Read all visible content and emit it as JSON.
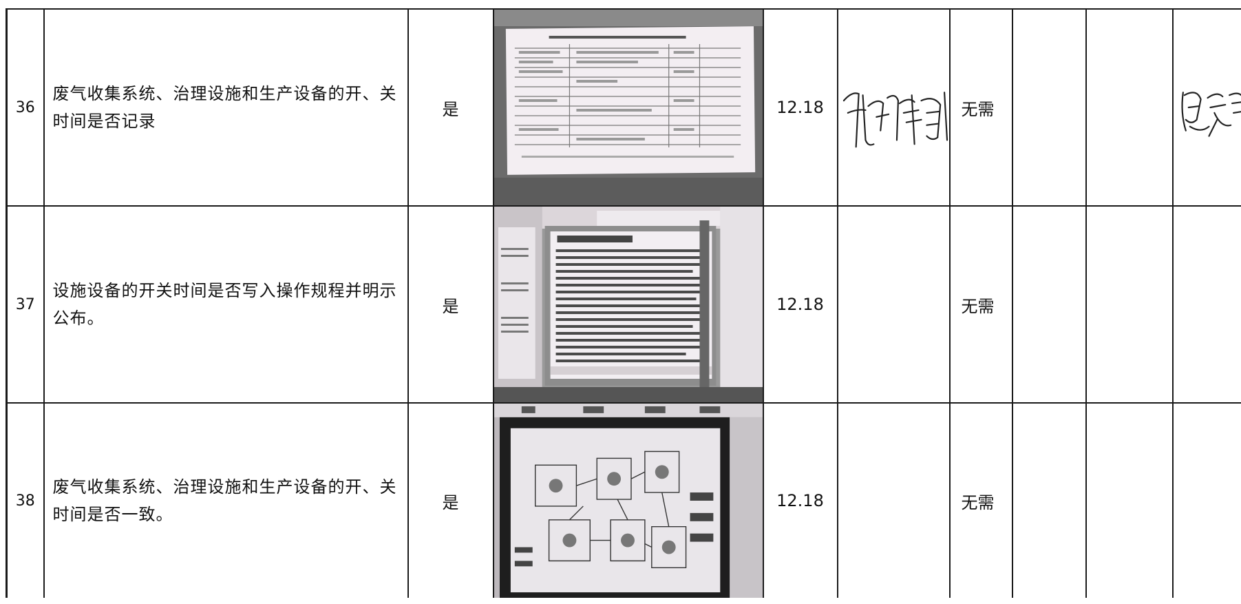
{
  "rows": [
    {
      "no": "36",
      "description": "废气收集系统、治理设施和生产设备的开、关时间是否记录",
      "compliant": "是",
      "date": "12.18",
      "rectification": "无需",
      "photo": "document-photo",
      "inspector_signature": "陈",
      "reviewer_signature": "包"
    },
    {
      "no": "37",
      "description": "设施设备的开关时间是否写入操作规程并明示公布。",
      "compliant": "是",
      "date": "12.18",
      "rectification": "无需",
      "photo": "notice-board-photo"
    },
    {
      "no": "38",
      "description": "废气收集系统、治理设施和生产设备的开、关时间是否一致。",
      "compliant": "是",
      "date": "12.18",
      "rectification": "无需",
      "photo": "control-panel-photo"
    }
  ],
  "colors": {
    "border": "#1a1a1a",
    "photo_bg": "#5a5a5a",
    "paper": "#f3eef2",
    "ink": "#111111"
  }
}
